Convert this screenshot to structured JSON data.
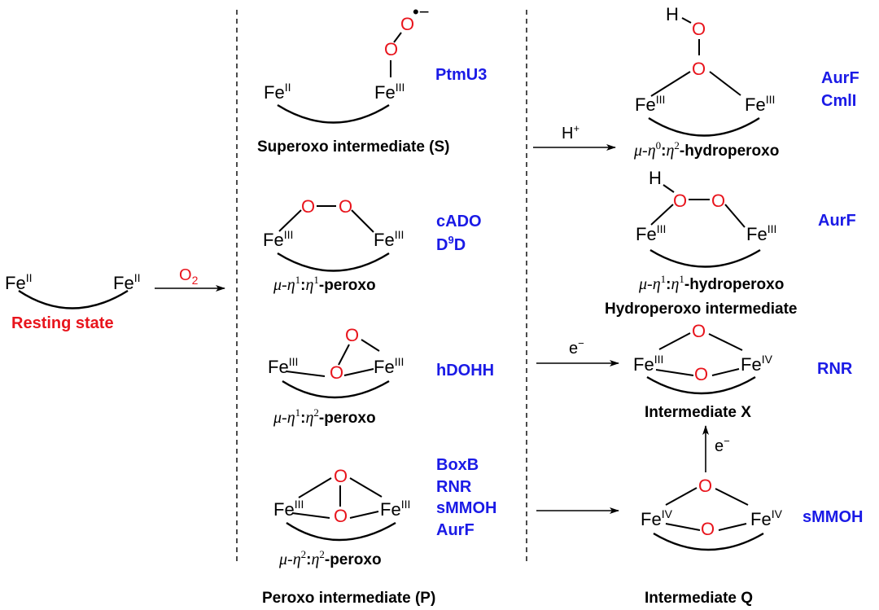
{
  "colors": {
    "oxygen": "#e8141c",
    "enzyme": "#1a1ae6",
    "text": "#000000"
  },
  "resting_state": {
    "fe_left": {
      "symbol": "Fe",
      "ox": "II"
    },
    "fe_right": {
      "symbol": "Fe",
      "ox": "II"
    },
    "label": "Resting state"
  },
  "arrows": {
    "o2": {
      "reagent": "O",
      "reagent_sub": "2"
    },
    "h_plus": {
      "reagent": "H",
      "reagent_sup": "+"
    },
    "e_minus_x": {
      "reagent": "e",
      "reagent_sup": "−"
    },
    "e_minus_q": {
      "reagent": "e",
      "reagent_sup": "−"
    },
    "p_to_q": {
      "reagent": ""
    }
  },
  "superoxo": {
    "fe_left": {
      "symbol": "Fe",
      "ox": "II"
    },
    "fe_right": {
      "symbol": "Fe",
      "ox": "III"
    },
    "o1": "O",
    "o2": "O",
    "radical_charge": "•−",
    "enzymes": [
      "PtmU3"
    ],
    "label": "Superoxo intermediate (S)"
  },
  "peroxo_11": {
    "fe_left": {
      "symbol": "Fe",
      "ox": "III"
    },
    "fe_right": {
      "symbol": "Fe",
      "ox": "III"
    },
    "o1": "O",
    "o2": "O",
    "enzymes": [
      "cADO",
      "D",
      "9",
      "D"
    ],
    "enzyme_d9d": {
      "pre": "D",
      "sup": "9",
      "post": "D"
    },
    "label": {
      "mu": "μ-",
      "eta1": "η",
      "sup1": "1",
      "colon": ":",
      "eta2": "η",
      "sup2": "1",
      "suffix": "-peroxo"
    }
  },
  "peroxo_12": {
    "fe_left": {
      "symbol": "Fe",
      "ox": "III"
    },
    "fe_right": {
      "symbol": "Fe",
      "ox": "III"
    },
    "o1": "O",
    "o2": "O",
    "enzymes": [
      "hDOHH"
    ],
    "label": {
      "mu": "μ-",
      "eta1": "η",
      "sup1": "1",
      "colon": ":",
      "eta2": "η",
      "sup2": "2",
      "suffix": "-peroxo"
    }
  },
  "peroxo_22": {
    "fe_left": {
      "symbol": "Fe",
      "ox": "III"
    },
    "fe_right": {
      "symbol": "Fe",
      "ox": "III"
    },
    "o1": "O",
    "o2": "O",
    "enzymes": [
      "BoxB",
      "RNR",
      "sMMOH",
      "AurF"
    ],
    "label": {
      "mu": "μ-",
      "eta1": "η",
      "sup1": "2",
      "colon": ":",
      "eta2": "η",
      "sup2": "2",
      "suffix": "-peroxo"
    }
  },
  "peroxo_group_label": "Peroxo intermediate (P)",
  "hydroperoxo_02": {
    "h": "H",
    "o1": "O",
    "o2": "O",
    "fe_left": {
      "symbol": "Fe",
      "ox": "III"
    },
    "fe_right": {
      "symbol": "Fe",
      "ox": "III"
    },
    "enzymes": [
      "AurF",
      "CmlI"
    ],
    "label": {
      "mu": "μ-",
      "eta1": "η",
      "sup1": "0",
      "colon": ":",
      "eta2": "η",
      "sup2": "2",
      "suffix": "-hydroperoxo"
    }
  },
  "hydroperoxo_11": {
    "h": "H",
    "o1": "O",
    "o2": "O",
    "fe_left": {
      "symbol": "Fe",
      "ox": "III"
    },
    "fe_right": {
      "symbol": "Fe",
      "ox": "III"
    },
    "enzymes": [
      "AurF"
    ],
    "label": {
      "mu": "μ-",
      "eta1": "η",
      "sup1": "1",
      "colon": ":",
      "eta2": "η",
      "sup2": "1",
      "suffix": "-hydroperoxo"
    },
    "group_label": "Hydroperoxo intermediate"
  },
  "intermediate_x": {
    "o1": "O",
    "o2": "O",
    "fe_left": {
      "symbol": "Fe",
      "ox": "III"
    },
    "fe_right": {
      "symbol": "Fe",
      "ox": "IV"
    },
    "enzymes": [
      "RNR"
    ],
    "label": "Intermediate X"
  },
  "intermediate_q": {
    "o1": "O",
    "o2": "O",
    "fe_left": {
      "symbol": "Fe",
      "ox": "IV"
    },
    "fe_right": {
      "symbol": "Fe",
      "ox": "IV"
    },
    "enzymes": [
      "sMMOH"
    ],
    "label": "Intermediate Q"
  }
}
